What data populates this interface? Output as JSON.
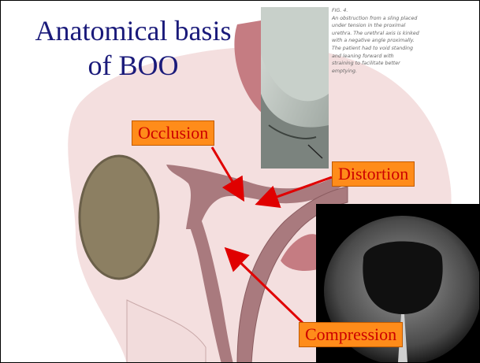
{
  "title": {
    "line1": "Anatomical basis",
    "line2": "of BOO"
  },
  "labels": {
    "occlusion": "Occlusion",
    "distortion": "Distortion",
    "compression": "Compression"
  },
  "xray_top": {
    "caption_lines": [
      "FIG. 4.",
      "An obstruction from a sling placed",
      "under tension in the proximal",
      "urethra. The urethral axis is kinked",
      "with a negative angle proximally.",
      "The patient had to void standing",
      "and leaning forward with",
      "straining to facilitate better",
      "emptying."
    ]
  },
  "xray_bottom": {
    "film_text_left": "",
    "film_text_right": ""
  },
  "colors": {
    "title": "#1a1a7a",
    "label_bg": "#ff8c1a",
    "label_text": "#cc0000",
    "arrow": "#e00000",
    "pelvis_fill": "#f2dcdc",
    "urethra_fill": "#a97a7e",
    "pubic_bone": "#8c7f62"
  }
}
